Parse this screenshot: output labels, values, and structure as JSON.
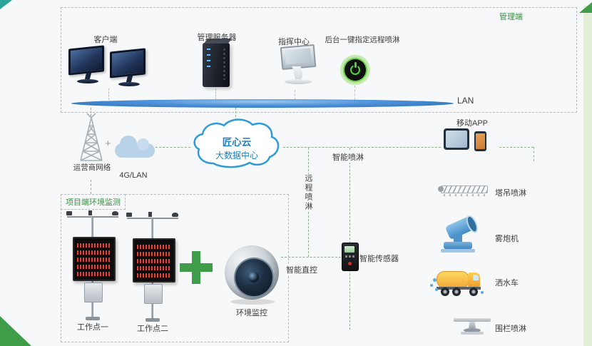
{
  "colors": {
    "accent_green": "#3f9d49",
    "label_green": "#3b8f44",
    "cloud_outline_blue": "#2f9bd8",
    "cloud_text_blue": "#1f7ec2",
    "lan_blue": "#4a90d9",
    "dash_green": "#8fae8a",
    "text_dark": "#3c3c3c"
  },
  "management": {
    "label": "管理端",
    "lan_label": "LAN",
    "items": [
      {
        "label": "客户端"
      },
      {
        "label": "管理服务器"
      },
      {
        "label": "指挥中心"
      },
      {
        "label": "后台一键指定远程喷淋"
      }
    ]
  },
  "network": {
    "carrier_label": "运营商网络",
    "link_label": "4G/LAN",
    "plus_sign": "+"
  },
  "cloud": {
    "line1": "匠心云",
    "line2": "大数据中心"
  },
  "mobile": {
    "label": "移动APP"
  },
  "spray": {
    "smart": "智能喷淋",
    "remote": "远程喷淋",
    "direct": "智能直控",
    "sensor": "智能传感器"
  },
  "project": {
    "label": "项目端环境监测",
    "station1_label": "工作点一",
    "station2_label": "工作点二",
    "camera_label": "环境监控"
  },
  "devices": [
    {
      "label": "塔吊喷淋"
    },
    {
      "label": "雾炮机"
    },
    {
      "label": "洒水车"
    },
    {
      "label": "围栏喷淋"
    }
  ]
}
